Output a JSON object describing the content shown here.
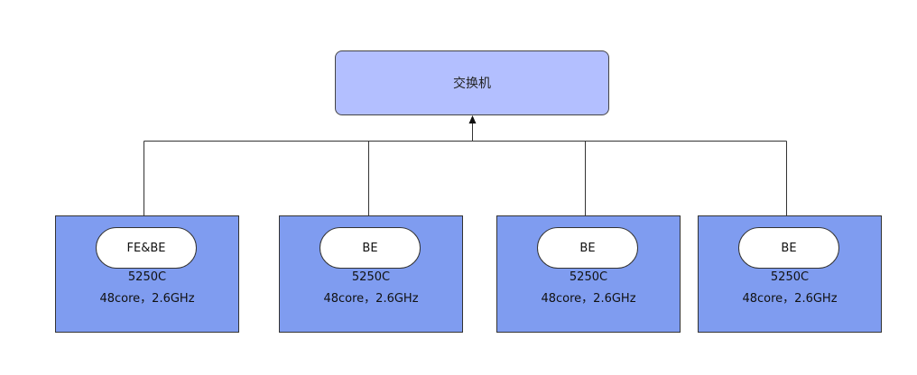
{
  "switch": {
    "label": "交换机"
  },
  "nodes": [
    {
      "role": "FE&BE",
      "model": "5250C",
      "spec": "48core，2.6GHz"
    },
    {
      "role": "BE",
      "model": "5250C",
      "spec": "48core，2.6GHz"
    },
    {
      "role": "BE",
      "model": "5250C",
      "spec": "48core，2.6GHz"
    },
    {
      "role": "BE",
      "model": "5250C",
      "spec": "48core，2.6GHz"
    }
  ],
  "colors": {
    "switch_fill": "#b3bfff",
    "node_fill": "#7f9cf0",
    "pill_fill": "#ffffff",
    "line": "#333333"
  }
}
